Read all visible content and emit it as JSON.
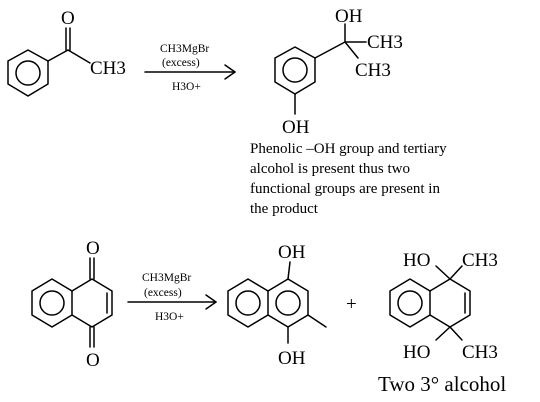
{
  "reaction1": {
    "reactant": {
      "carbonyl_o": "O",
      "methyl": "CH3"
    },
    "conditions": {
      "reagent": "CH3MgBr",
      "excess": "(excess)",
      "workup": "H3O+"
    },
    "product": {
      "oh_top": "OH",
      "methyl_a": "CH3",
      "methyl_b": "CH3",
      "phenol_oh": "OH"
    },
    "note_lines": [
      "Phenolic –OH group and tertiary",
      "alcohol is present thus two",
      "functional groups are present in",
      "the product"
    ]
  },
  "reaction2": {
    "reactant": {
      "o_top": "O",
      "o_bottom": "O"
    },
    "conditions": {
      "reagent": "CH3MgBr",
      "excess": "(excess)",
      "workup": "H3O+"
    },
    "product1": {
      "oh_top": "OH",
      "oh_bottom": "OH"
    },
    "plus": "+",
    "product2": {
      "ho_top": "HO",
      "methyl_top": "CH3",
      "ho_bottom": "HO",
      "methyl_bottom": "CH3"
    },
    "caption": "Two 3° alcohol"
  }
}
